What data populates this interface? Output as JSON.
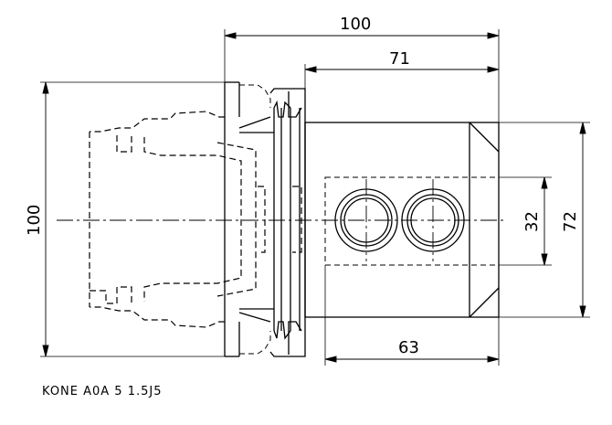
{
  "dimensions": {
    "overall_length": "100",
    "body_length": "71",
    "height": "100",
    "body_height": "72",
    "bore_height": "32",
    "bore_length": "63"
  },
  "note": "KONE  A0A 5 1.5J5"
}
